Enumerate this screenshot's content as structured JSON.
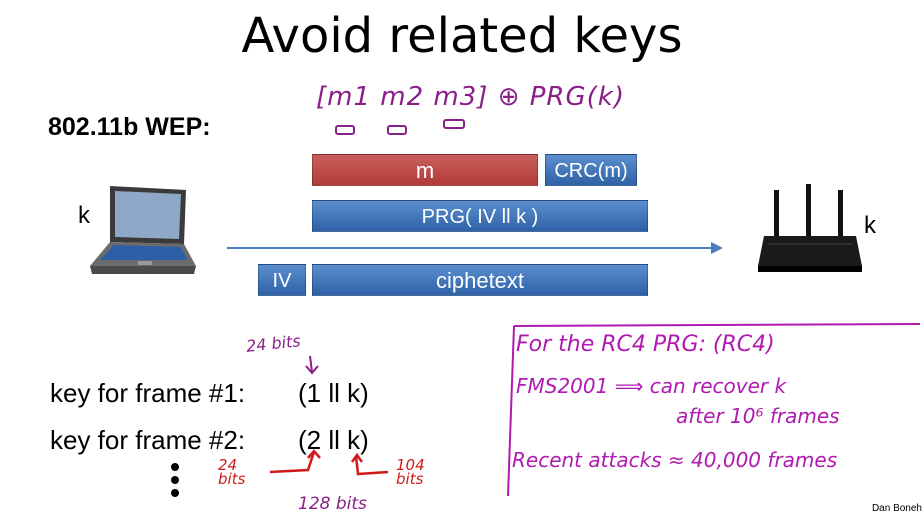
{
  "title": "Avoid related keys",
  "wep_label": "802.11b WEP:",
  "bars": {
    "m": "m",
    "crc": "CRC(m)",
    "prg": "PRG( IV ll k )",
    "iv": "IV",
    "ciphertext": "ciphetext"
  },
  "k_left": "k",
  "k_right": "k",
  "keys": {
    "frame1_label": "key for frame #1:",
    "frame1_value": "(1 ll k)",
    "frame2_label": "key for frame #2:",
    "frame2_value": "(2 ll k)"
  },
  "annotations": {
    "top_formula": "[m1  m2  m3] ⊕ PRG(k)",
    "bits_24_top": "24 bits",
    "bits_24_side": "24 bits",
    "bits_104": "104 bits",
    "bits_128": "128 bits",
    "note_line1": "For the RC4 PRG: (RC4)",
    "note_line2": "FMS2001 ⟹ can recover k",
    "note_line3": "after 10⁶ frames",
    "note_line4": "Recent attacks ≈ 40,000 frames"
  },
  "credit": "Dan Boneh",
  "colors": {
    "purple_ink": "#8a1f8a",
    "red_ink": "#d01a1a",
    "bar_red": "#b13b38",
    "bar_blue": "#2f62a6",
    "arrow_blue": "#4a7fc1"
  }
}
